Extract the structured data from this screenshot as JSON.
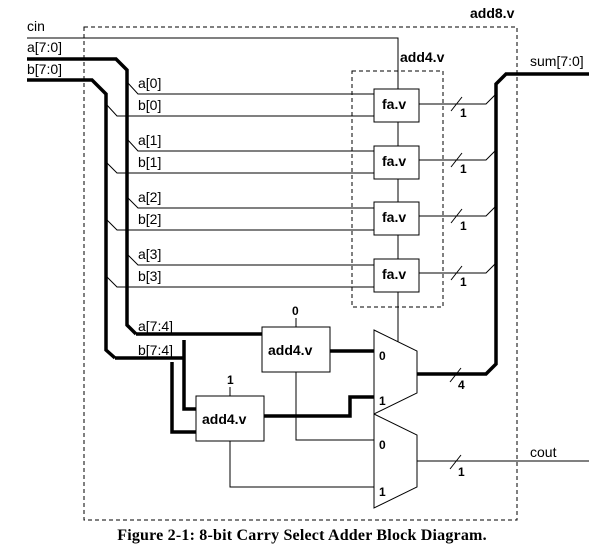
{
  "module_outer": "add8.v",
  "module_inner": "add4.v",
  "inputs": {
    "cin": "cin",
    "a": "a[7:0]",
    "b": "b[7:0]"
  },
  "output_sum": "sum[7:0]",
  "output_cout": "cout",
  "fa_block": "fa.v",
  "add4_block": "add4.v",
  "bit_labels": [
    {
      "a": "a[0]",
      "b": "b[0]"
    },
    {
      "a": "a[1]",
      "b": "b[1]"
    },
    {
      "a": "a[2]",
      "b": "b[2]"
    },
    {
      "a": "a[3]",
      "b": "b[3]"
    }
  ],
  "upper_labels": {
    "a": "a[7:4]",
    "b": "b[7:4]"
  },
  "carry_in_values": {
    "top": "0",
    "bottom": "1"
  },
  "mux_inputs": {
    "zero": "0",
    "one": "1"
  },
  "bus_widths": {
    "bit": "1",
    "nibble": "4"
  },
  "caption": "Figure 2-1: 8-bit Carry Select Adder Block Diagram."
}
